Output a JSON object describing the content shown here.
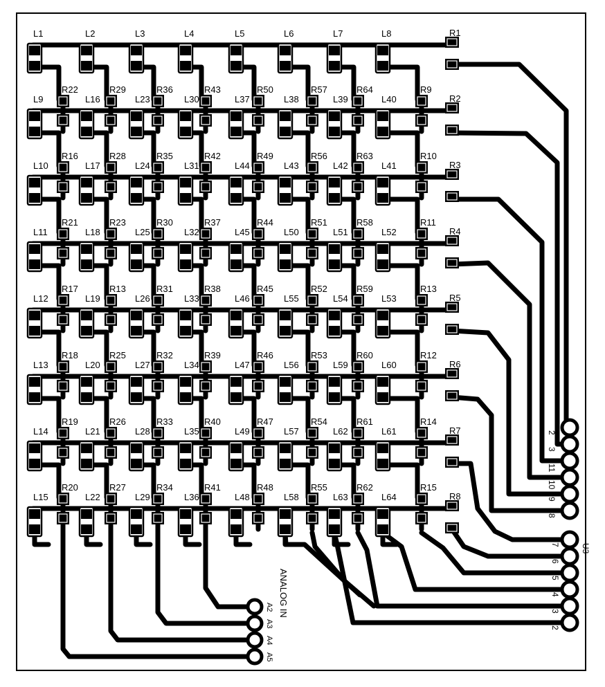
{
  "board": {
    "led_labels": [
      [
        "L1",
        "L2",
        "L3",
        "L4",
        "L5",
        "L6",
        "L7",
        "L8"
      ],
      [
        "L9",
        "L16",
        "L23",
        "L30",
        "L37",
        "L38",
        "L39",
        "L40"
      ],
      [
        "L10",
        "L17",
        "L24",
        "L31",
        "L44",
        "L43",
        "L42",
        "L41"
      ],
      [
        "L11",
        "L18",
        "L25",
        "L32",
        "L45",
        "L50",
        "L51",
        "L52"
      ],
      [
        "L12",
        "L19",
        "L26",
        "L33",
        "L46",
        "L55",
        "L54",
        "L53"
      ],
      [
        "L13",
        "L20",
        "L27",
        "L34",
        "L47",
        "L56",
        "L59",
        "L60"
      ],
      [
        "L14",
        "L21",
        "L28",
        "L35",
        "L49",
        "L57",
        "L62",
        "L61"
      ],
      [
        "L15",
        "L22",
        "L29",
        "L36",
        "L48",
        "L58",
        "L63",
        "L64"
      ]
    ],
    "resistor_labels": [
      [
        "R22",
        "R29",
        "R36",
        "R43",
        "R50",
        "R57",
        "R64",
        "R9"
      ],
      [
        "R16",
        "R28",
        "R35",
        "R42",
        "R49",
        "R56",
        "R63",
        "R10"
      ],
      [
        "R21",
        "R23",
        "R30",
        "R37",
        "R44",
        "R51",
        "R58",
        "R11"
      ],
      [
        "R17",
        "R13",
        "R31",
        "R38",
        "R45",
        "R52",
        "R59",
        "R13"
      ],
      [
        "R18",
        "R25",
        "R32",
        "R39",
        "R46",
        "R53",
        "R60",
        "R12"
      ],
      [
        "R19",
        "R26",
        "R33",
        "R40",
        "R47",
        "R54",
        "R61",
        "R14"
      ],
      [
        "R20",
        "R27",
        "R34",
        "R41",
        "R48",
        "R55",
        "R62",
        "R15"
      ]
    ],
    "row_resistor_labels": [
      "R1",
      "R2",
      "R3",
      "R4",
      "R5",
      "R6",
      "R7",
      "R8"
    ],
    "header_labels": {
      "upper": [
        "2",
        "3",
        "11",
        "10",
        "9",
        "8"
      ],
      "lower": [
        "7",
        "6",
        "5",
        "4",
        "3",
        "2"
      ],
      "connector": "U3",
      "analog_pins": [
        "A2",
        "A3",
        "A4",
        "A5"
      ],
      "analog_caption": "ANALOG IN"
    }
  }
}
